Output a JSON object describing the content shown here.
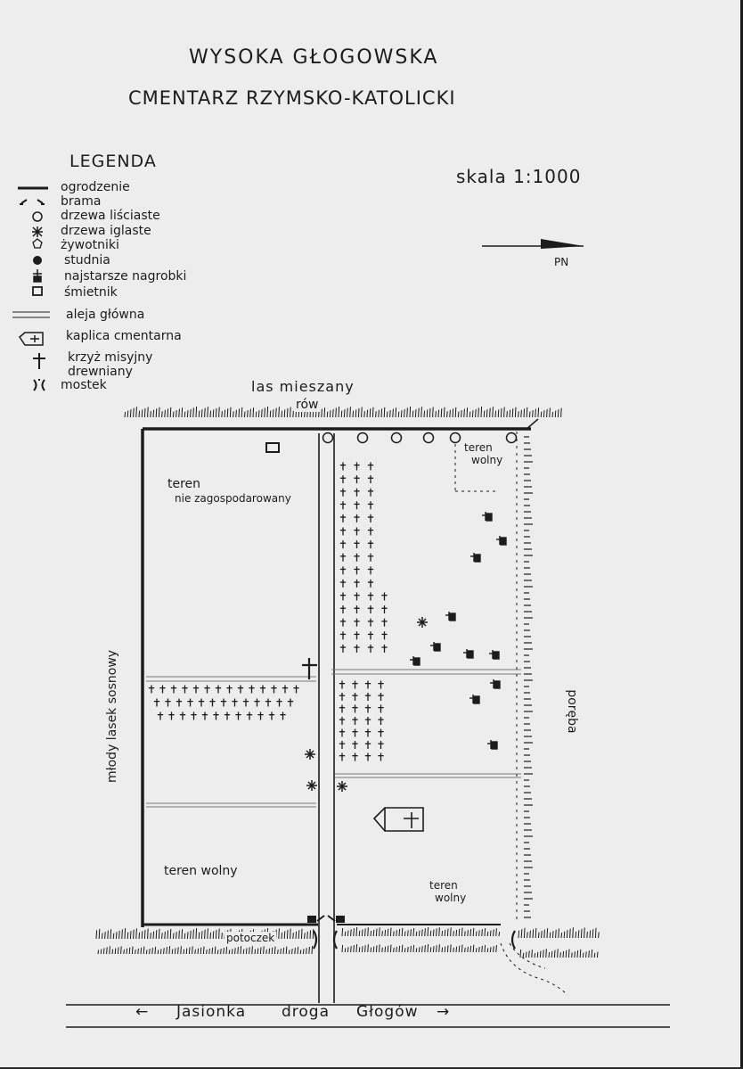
{
  "header": {
    "title": "WYSOKA GŁOGOWSKA",
    "subtitle": "CMENTARZ RZYMSKO-KATOLICKI"
  },
  "legend": {
    "title": "LEGENDA",
    "items": [
      {
        "symbol": "fence-icon",
        "label": "ogrodzenie"
      },
      {
        "symbol": "gate-icon",
        "label": "brama"
      },
      {
        "symbol": "deciduous-tree-icon",
        "label": "drzewa liściaste"
      },
      {
        "symbol": "conifer-tree-icon",
        "label": "drzewa iglaste"
      },
      {
        "symbol": "hedge-icon",
        "label": "żywotniki"
      },
      {
        "symbol": "well-icon",
        "label": "studnia"
      },
      {
        "symbol": "old-grave-icon",
        "label": "najstarsze nagrobki"
      },
      {
        "symbol": "trash-bin-icon",
        "label": "śmietnik"
      },
      {
        "symbol": "main-alley-icon",
        "label": "aleja główna"
      },
      {
        "symbol": "chapel-icon",
        "label": "kaplica cmentarna"
      },
      {
        "symbol": "mission-cross-icon",
        "label": "krzyż misyjny drewniany"
      },
      {
        "symbol": "footbridge-icon",
        "label": "mostek"
      }
    ]
  },
  "scale": "skala 1:1000",
  "north": "PN",
  "map_labels": {
    "forest_top": "las mieszany",
    "ditch": "rów",
    "free_area_top_right_1": "teren",
    "free_area_top_right_2": "wolny",
    "undeveloped_1": "teren",
    "undeveloped_2": "nie zagospodarowany",
    "pine_forest": "młody lasek sosnowy",
    "clearing": "poręba",
    "free_area_bottom_left": "teren wolny",
    "free_area_bottom_right_1": "teren",
    "free_area_bottom_right_2": "wolny",
    "stream": "potoczek"
  },
  "road": {
    "left_arrow": "←",
    "from": "Jasionka",
    "middle": "droga",
    "to": "Głogów",
    "right_arrow": "→"
  },
  "colors": {
    "ink": "#1c1c1c",
    "paper": "#ecedec"
  }
}
